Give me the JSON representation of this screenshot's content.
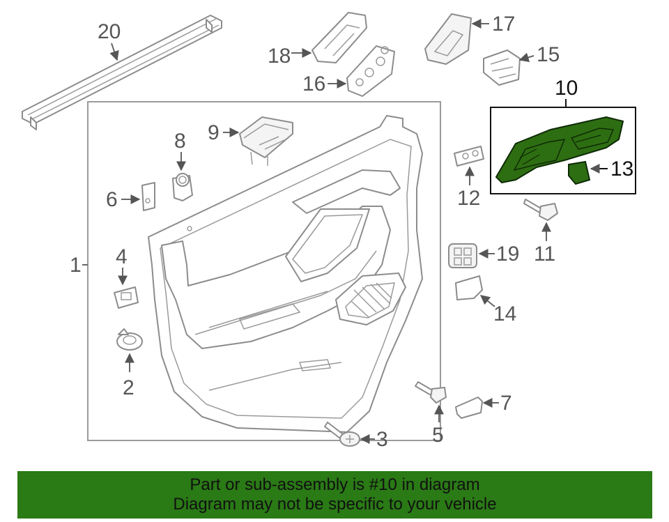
{
  "labels": {
    "l1": "1",
    "l2": "2",
    "l3": "3",
    "l4": "4",
    "l5": "5",
    "l6": "6",
    "l7": "7",
    "l8": "8",
    "l9": "9",
    "l10": "10",
    "l11": "11",
    "l12": "12",
    "l13": "13",
    "l14": "14",
    "l15": "15",
    "l16": "16",
    "l17": "17",
    "l18": "18",
    "l19": "19",
    "l20": "20"
  },
  "highlight_color": "#2e6e12",
  "banner": {
    "line1": "Part or sub-assembly is #10 in diagram",
    "line2": "Diagram may not be specific to your vehicle",
    "color": "#2a7a16"
  }
}
